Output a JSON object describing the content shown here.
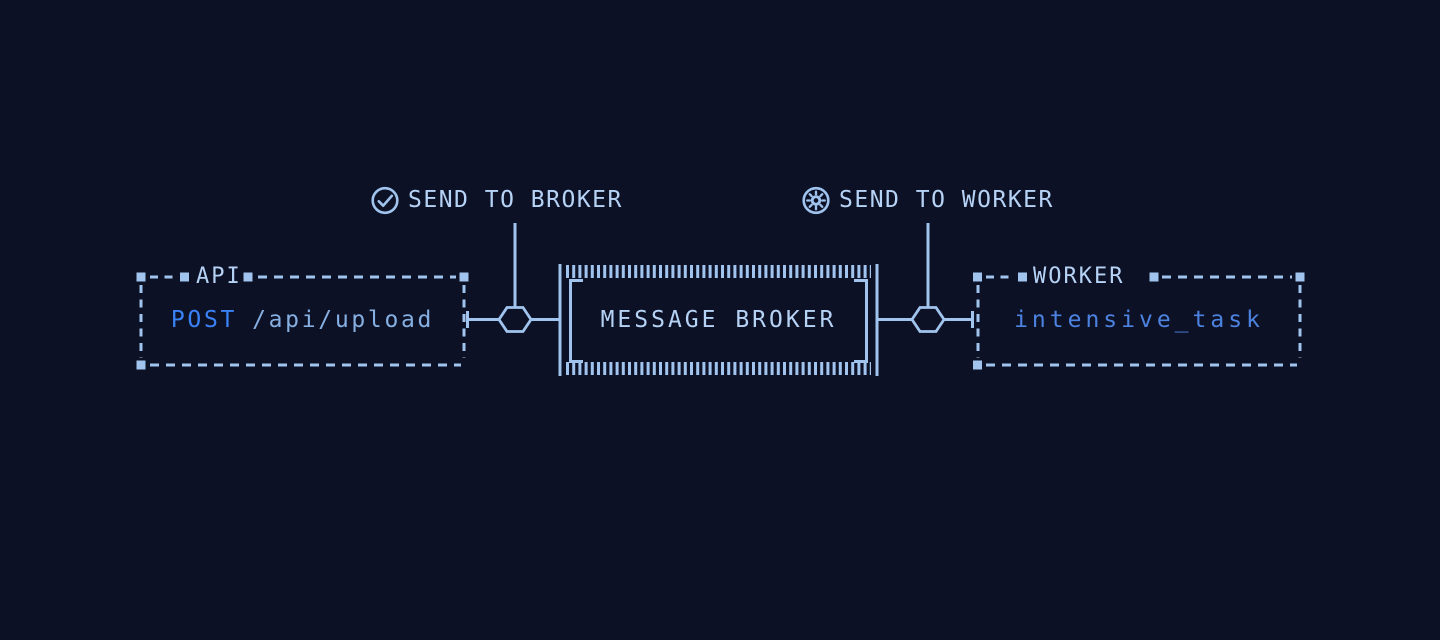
{
  "diagram": {
    "annotations": [
      {
        "label": "SEND TO BROKER",
        "icon": "check-circle-icon"
      },
      {
        "label": "SEND TO WORKER",
        "icon": "gear-icon"
      }
    ],
    "nodes": {
      "api": {
        "title": "API",
        "method": "POST",
        "path": "/api/upload"
      },
      "broker": {
        "title": "MESSAGE BROKER"
      },
      "worker": {
        "title": "WORKER",
        "task": "intensive_task"
      }
    },
    "colors": {
      "bg": "#0d1126",
      "line": "#a0c4ee",
      "text": "#b6d3f6",
      "method": "#3a82f7",
      "path": "#86afe2",
      "task": "#4c83e0"
    }
  }
}
